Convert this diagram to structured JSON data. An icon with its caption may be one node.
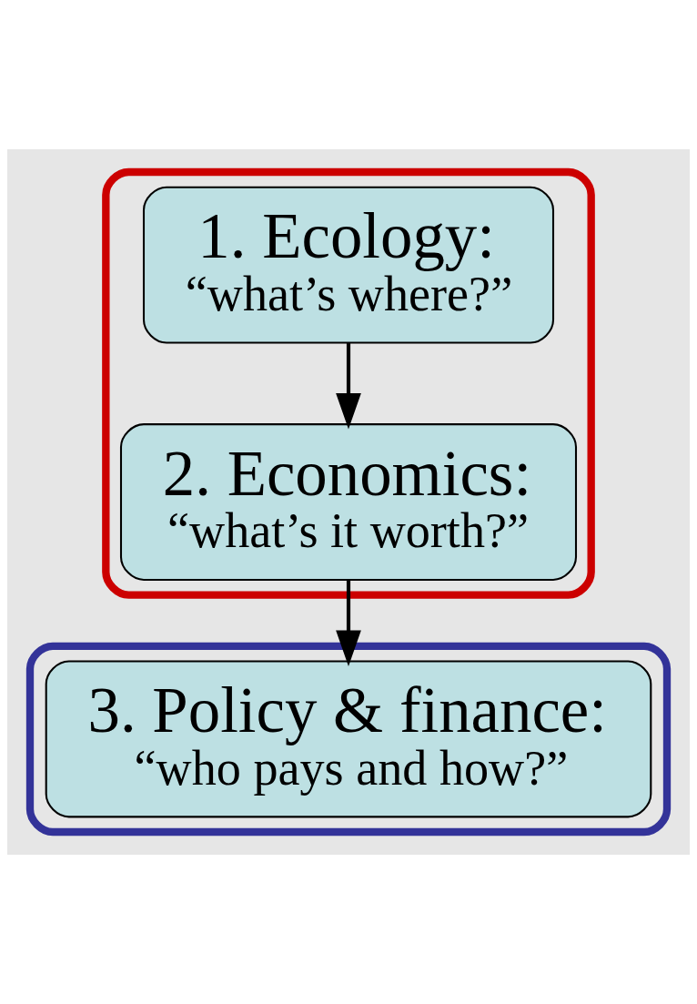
{
  "diagram": {
    "nodes": [
      {
        "text": [],
        "shape": "ellipse"
      },
      {
        "text": [
          "1. Ecology:",
          "“what’s where?”"
        ],
        "in": 0
      },
      {
        "text": [
          "2. Economics:",
          "“what’s it worth?”"
        ],
        "in": 0
      },
      {
        "text": [],
        "shape": "ellipse"
      },
      {
        "text": [
          "3. Policy & finance:",
          "“who pays and how?”"
        ],
        "in": 3
      }
    ],
    "edges": [
      {
        "from": 1,
        "to": 2,
        "arrow": "to"
      },
      {
        "from": 2,
        "to": 4,
        "arrow": "to"
      }
    ]
  }
}
